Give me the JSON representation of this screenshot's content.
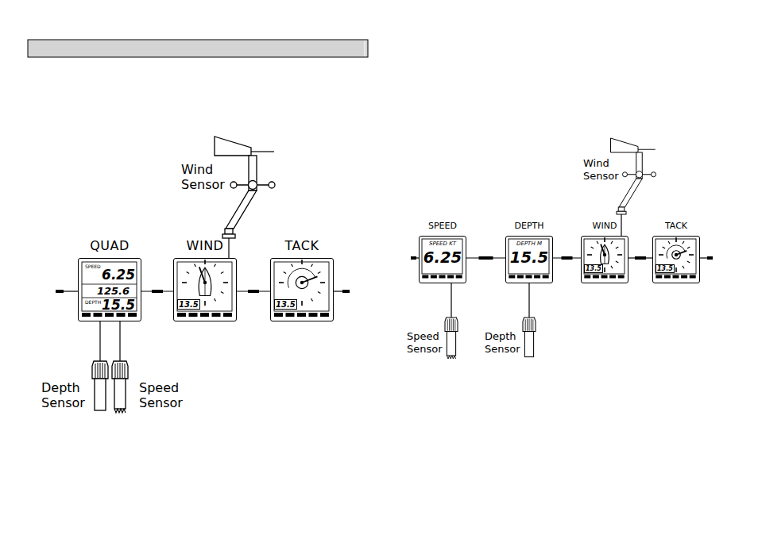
{
  "diagram": {
    "nodes": [
      {
        "text": [
          "Wind Sensor"
        ]
      },
      {
        "text": [
          "QUAD",
          "SPEED",
          "6.25",
          "125.6",
          "DEPTH",
          "15.5"
        ]
      },
      {
        "text": [
          "WIND",
          "13.5"
        ]
      },
      {
        "text": [
          "TACK",
          "13.5"
        ]
      },
      {
        "text": [
          "Depth Sensor"
        ]
      },
      {
        "text": [
          "Speed Sensor"
        ]
      },
      {
        "text": [
          "Wind Sensor"
        ]
      },
      {
        "text": [
          "SPEED",
          "SPEED KT",
          "6.25"
        ]
      },
      {
        "text": [
          "DEPTH",
          "DEPTH M",
          "15.5"
        ]
      },
      {
        "text": [
          "WIND",
          "13.5"
        ]
      },
      {
        "text": [
          "TACK",
          "13.5"
        ]
      },
      {
        "text": [
          "Speed Sensor"
        ]
      },
      {
        "text": [
          "Depth Sensor"
        ]
      }
    ],
    "edges": [
      {
        "from": 0,
        "to": 2,
        "arrow": "none"
      },
      {
        "from": 1,
        "to": 2,
        "arrow": "none"
      },
      {
        "from": 2,
        "to": 3,
        "arrow": "none"
      },
      {
        "from": 4,
        "to": 1,
        "arrow": "none"
      },
      {
        "from": 5,
        "to": 1,
        "arrow": "none"
      },
      {
        "from": 6,
        "to": 9,
        "arrow": "none"
      },
      {
        "from": 7,
        "to": 8,
        "arrow": "none"
      },
      {
        "from": 8,
        "to": 9,
        "arrow": "none"
      },
      {
        "from": 9,
        "to": 10,
        "arrow": "none"
      },
      {
        "from": 11,
        "to": 7,
        "arrow": "none"
      },
      {
        "from": 12,
        "to": 8,
        "arrow": "none"
      }
    ]
  }
}
